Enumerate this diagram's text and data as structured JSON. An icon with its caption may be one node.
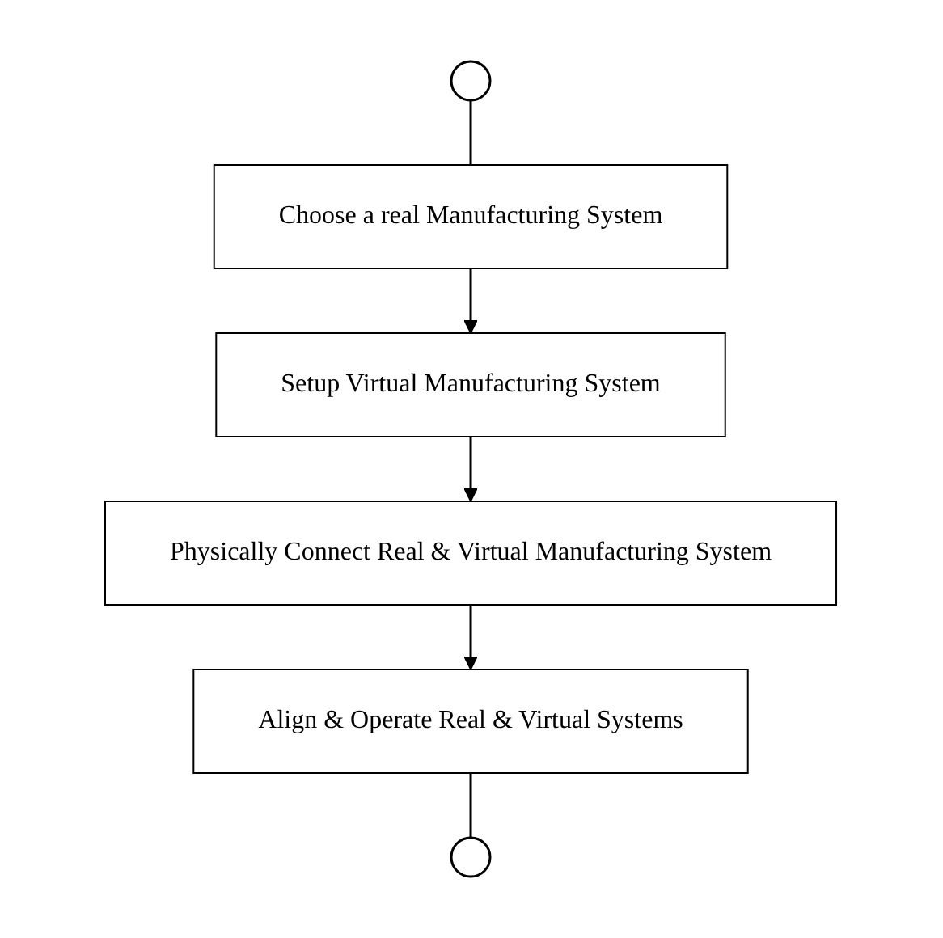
{
  "diagram": {
    "nodes": [
      {
        "text": [],
        "shape": "circle"
      },
      {
        "text": [
          "Choose a real Manufacturing System"
        ]
      },
      {
        "text": [
          "Setup Virtual Manufacturing System"
        ]
      },
      {
        "text": [
          "Physically Connect Real & Virtual Manufacturing System"
        ]
      },
      {
        "text": [
          "Align & Operate Real & Virtual Systems"
        ]
      },
      {
        "text": [],
        "shape": "circle"
      }
    ],
    "edges": [
      {
        "from": 0,
        "to": 1,
        "arrow": "none"
      },
      {
        "from": 1,
        "to": 2,
        "arrow": "to"
      },
      {
        "from": 2,
        "to": 3,
        "arrow": "to"
      },
      {
        "from": 3,
        "to": 4,
        "arrow": "to"
      },
      {
        "from": 4,
        "to": 5,
        "arrow": "none"
      }
    ]
  }
}
